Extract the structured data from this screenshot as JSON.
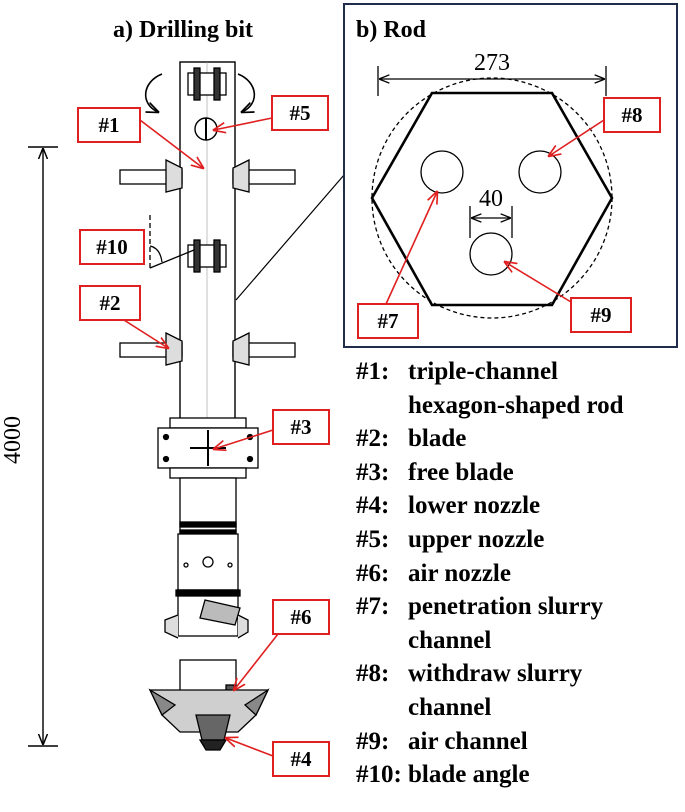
{
  "panels": {
    "a": {
      "title": "a) Drilling bit",
      "length_label": "4000"
    },
    "b": {
      "title": "b) Rod",
      "width_label": "273",
      "channel_label": "40"
    }
  },
  "tags": {
    "t1": "#1",
    "t2": "#2",
    "t3": "#3",
    "t4": "#4",
    "t5": "#5",
    "t6": "#6",
    "t7": "#7",
    "t8": "#8",
    "t9": "#9",
    "t10": "#10"
  },
  "legend": [
    {
      "key": "#1:",
      "text": "triple-channel hexagon-shaped rod",
      "lines": [
        "triple-channel",
        "hexagon-shaped rod"
      ]
    },
    {
      "key": "#2:",
      "text": "blade",
      "lines": [
        "blade"
      ]
    },
    {
      "key": "#3:",
      "text": "free blade",
      "lines": [
        "free blade"
      ]
    },
    {
      "key": "#4:",
      "text": "lower nozzle",
      "lines": [
        "lower nozzle"
      ]
    },
    {
      "key": "#5:",
      "text": "upper nozzle",
      "lines": [
        "upper nozzle"
      ]
    },
    {
      "key": "#6:",
      "text": "air nozzle",
      "lines": [
        "air nozzle"
      ]
    },
    {
      "key": "#7:",
      "text": "penetration slurry channel",
      "lines": [
        "penetration slurry",
        "channel"
      ]
    },
    {
      "key": "#8:",
      "text": "withdraw slurry channel",
      "lines": [
        "withdraw slurry",
        "channel"
      ]
    },
    {
      "key": "#9:",
      "text": "air channel",
      "lines": [
        "air channel"
      ]
    },
    {
      "key": "#10:",
      "text": "blade angle",
      "lines": [
        "blade angle"
      ]
    }
  ],
  "colors": {
    "label_box": "#e02020",
    "panel_border": "#1f2d4a",
    "drawing": "#000000"
  }
}
